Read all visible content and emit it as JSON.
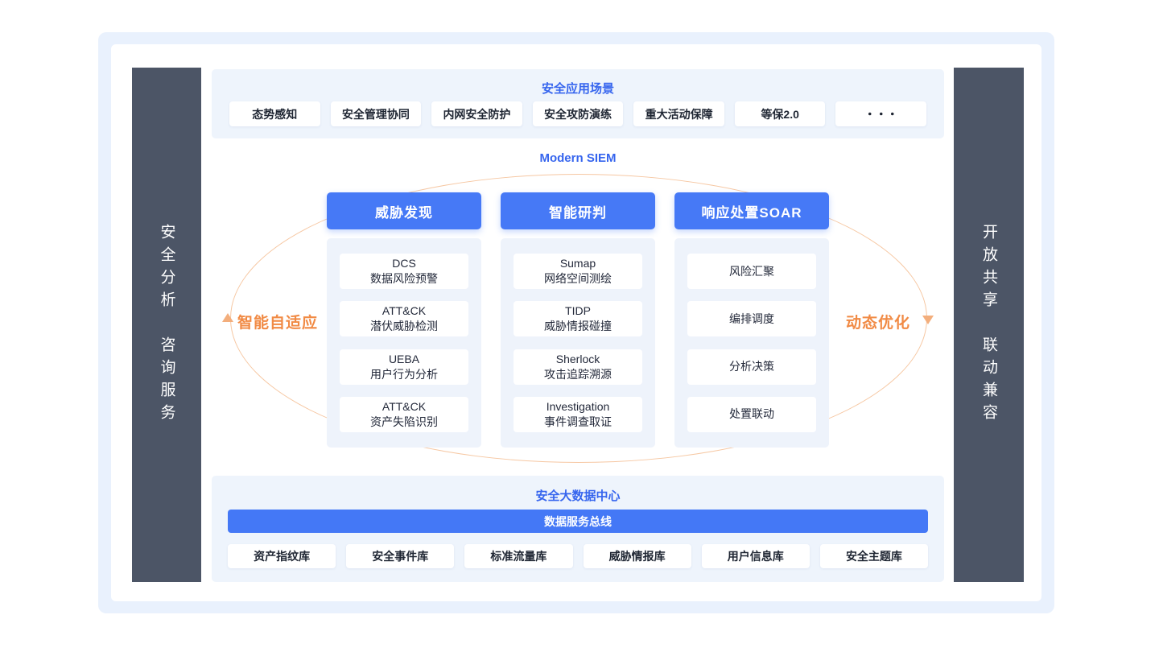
{
  "colors": {
    "accent_blue": "#4679F6",
    "title_blue": "#3665EE",
    "accent_orange": "#F18A44",
    "sidebar_dark": "#4C5566",
    "panel_light": "#EEF4FC",
    "frame_light_blue": "#E9F1FD"
  },
  "sidebars": {
    "left": [
      "安全分析",
      "咨询服务"
    ],
    "right": [
      "开放共享",
      "联动兼容"
    ]
  },
  "top_section": {
    "title": "安全应用场景",
    "chips": [
      "态势感知",
      "安全管理协同",
      "内网安全防护",
      "安全攻防演练",
      "重大活动保障",
      "等保2.0",
      "・・・"
    ]
  },
  "middle": {
    "title": "Modern SIEM",
    "left_label": "智能自适应",
    "right_label": "动态优化",
    "columns": [
      {
        "header": "威胁发现",
        "cards": [
          {
            "line1": "DCS",
            "line2": "数据风险预警"
          },
          {
            "line1": "ATT&CK",
            "line2": "潜伏威胁检测"
          },
          {
            "line1": "UEBA",
            "line2": "用户行为分析"
          },
          {
            "line1": "ATT&CK",
            "line2": "资产失陷识别"
          }
        ]
      },
      {
        "header": "智能研判",
        "cards": [
          {
            "line1": "Sumap",
            "line2": "网络空间测绘"
          },
          {
            "line1": "TIDP",
            "line2": "威胁情报碰撞"
          },
          {
            "line1": "Sherlock",
            "line2": "攻击追踪溯源"
          },
          {
            "line1": "Investigation",
            "line2": "事件调查取证"
          }
        ]
      },
      {
        "header": "响应处置SOAR",
        "cards": [
          {
            "line1": "风险汇聚"
          },
          {
            "line1": "编排调度"
          },
          {
            "line1": "分析决策"
          },
          {
            "line1": "处置联动"
          }
        ]
      }
    ]
  },
  "bottom_section": {
    "title": "安全大数据中心",
    "bus": "数据服务总线",
    "chips": [
      "资产指纹库",
      "安全事件库",
      "标准流量库",
      "威胁情报库",
      "用户信息库",
      "安全主题库"
    ]
  }
}
